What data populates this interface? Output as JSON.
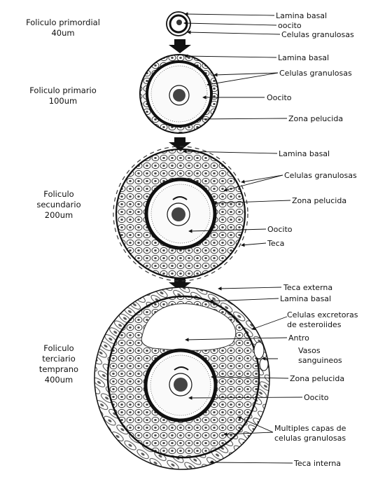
{
  "stages": [
    {
      "name": "Foliculo primordial",
      "size": "40um"
    },
    {
      "name": "Foliculo primario",
      "size": "100um"
    },
    {
      "name": "Foliculo secundario",
      "size": "200um"
    },
    {
      "name": "Foliculo terciario temprano",
      "size": "400um"
    }
  ],
  "labels": {
    "primordial": [
      "Lamina basal",
      "oocito",
      "Celulas granulosas"
    ],
    "primario": [
      "Lamina basal",
      "Celulas granulosas",
      "Oocito",
      "Zona pelucida"
    ],
    "secundario": [
      "Lamina basal",
      "Celulas granulosas",
      "Zona pelucida",
      "Oocito",
      "Teca"
    ],
    "terciario": [
      "Teca externa",
      "Lamina basal",
      "Celulas excretoras de esteroiides",
      "Antro",
      "Vasos sanguineos",
      "Zona pelucida",
      "Oocito",
      "Multiples capas de celulas granulosas",
      "Teca interna"
    ]
  }
}
